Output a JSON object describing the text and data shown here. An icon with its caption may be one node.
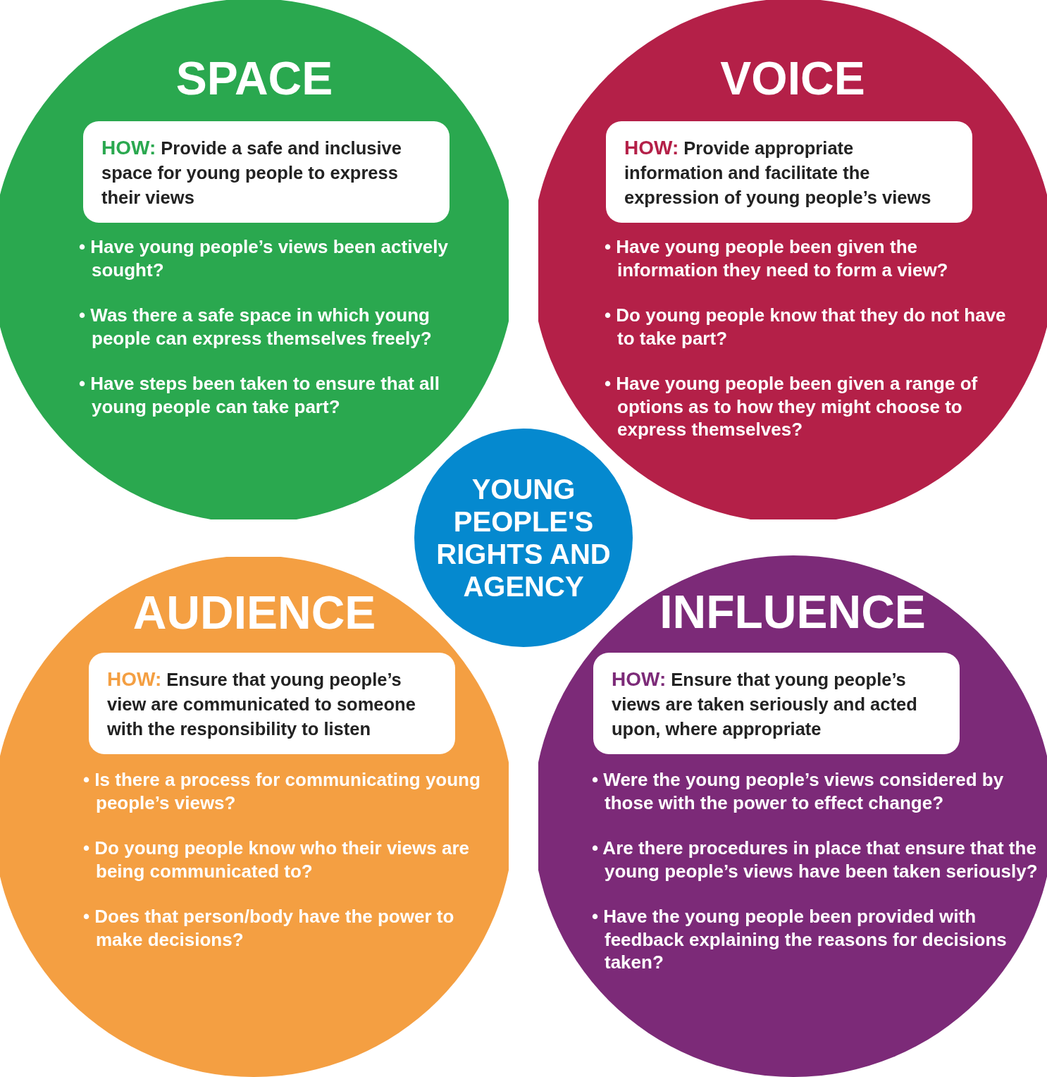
{
  "diagram": {
    "nodes": [
      {
        "text": [
          "SPACE",
          "• Have young people’s views been actively sought?",
          "• Was there a safe space in which young people can express themselves freely?",
          "• Have steps been taken to ensure that all young people can take part?"
        ]
      },
      {
        "text": [
          "HOW:",
          "Provide a safe and inclusive space for young people to express their views"
        ],
        "in": 0
      },
      {
        "text": [
          "VOICE",
          "• Have young people been given the information they need to form a view?",
          "• Do young people know that they do not have to take part?",
          "• Have young people been given a range of options as to how they might choose to express themselves?"
        ]
      },
      {
        "text": [
          "HOW:",
          "Provide appropriate information and facilitate the expression of young people’s views"
        ],
        "in": 2
      },
      {
        "text": [
          "YOUNG PEOPLE'S RIGHTS AND AGENCY"
        ]
      },
      {
        "text": [
          "AUDIENCE",
          "• Is there a process for communicating young people’s views?",
          "• Do young people know who their views are being communicated to?",
          "• Does that person/body have the power to make decisions?"
        ]
      },
      {
        "text": [
          "HOW:",
          "Ensure that young people’s view are communicated to someone with the responsibility to listen"
        ],
        "in": 5
      },
      {
        "text": [
          "INFLUENCE",
          "• Were the young people’s views considered by those with the power to effect change?",
          "• Are there procedures in place that ensure that the young people’s views have been taken seriously?",
          "• Have the young people been provided with feedback explaining the reasons for decisions taken?"
        ]
      },
      {
        "text": [
          "HOW:",
          "Ensure that young people’s views are taken seriously and acted upon, where appropriate"
        ],
        "in": 7
      }
    ]
  }
}
